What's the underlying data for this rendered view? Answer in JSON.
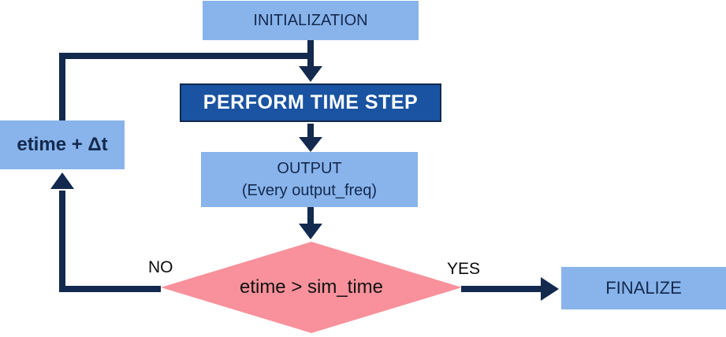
{
  "nodes": {
    "initialization": {
      "label": "INITIALIZATION"
    },
    "perform_time_step": {
      "label": "PERFORM TIME STEP"
    },
    "output": {
      "label": "OUTPUT",
      "sublabel": "(Every output_freq)"
    },
    "decision": {
      "label": "etime > sim_time"
    },
    "increment": {
      "label": "etime + Δt"
    },
    "finalize": {
      "label": "FINALIZE"
    }
  },
  "edge_labels": {
    "no": "NO",
    "yes": "YES"
  },
  "colors": {
    "node_fill_light": "#89b4eb",
    "node_fill_dark": "#1a53a1",
    "decision_fill": "#f8919b",
    "arrow_navy": "#13294e",
    "text_navy": "#13294e",
    "text_black": "#0b0b0b",
    "text_on_dark": "#ffffff"
  }
}
